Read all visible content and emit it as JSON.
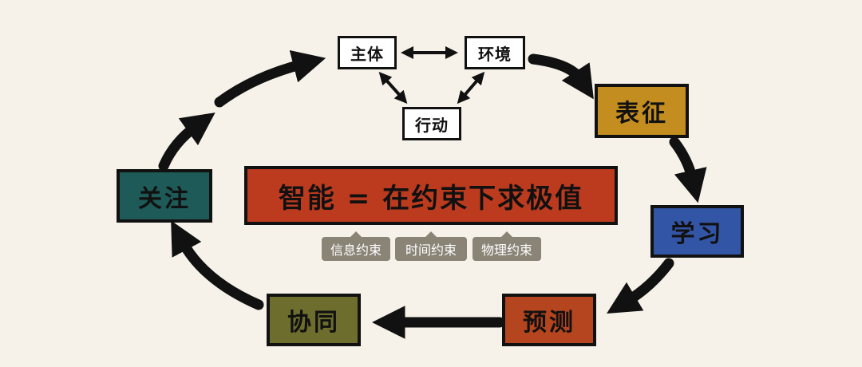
{
  "nodes": {
    "subject": "主体",
    "environment": "环境",
    "action": "行动",
    "representation": "表征",
    "learning": "学习",
    "prediction": "预测",
    "collaboration": "协同",
    "attention": "关注"
  },
  "formula": "智能 = 在约束下求极值",
  "constraints": [
    "信息约束",
    "时间约束",
    "物理约束"
  ],
  "colors": {
    "representation": "#c48d1f",
    "learning": "#3355a6",
    "prediction": "#b5451e",
    "collaboration": "#6d6d2e",
    "attention": "#1e5a57",
    "formula": "#bc3b1f",
    "tag": "#8a8477",
    "background": "#f6f2e9"
  }
}
